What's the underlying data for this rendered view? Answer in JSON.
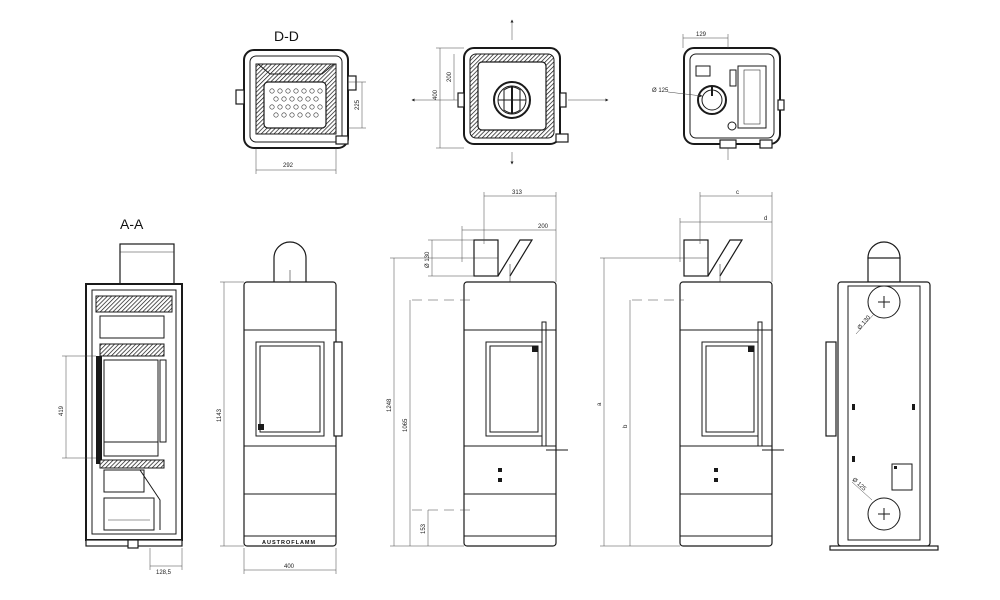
{
  "section_labels": {
    "dd": "D-D",
    "aa": "A-A"
  },
  "brand": "AUSTROFLAMM",
  "dimensions": {
    "dd_width": "292",
    "dd_depth": "225",
    "top_400": "400",
    "top_200": "200",
    "rear_129": "129",
    "rear_dia125": "Ø 125",
    "aa_height": "419",
    "aa_offset": "128,5",
    "front_height": "1143",
    "front_width": "400",
    "side_313": "313",
    "side_200": "200",
    "side_dia130": "Ø 130",
    "side_1248": "1248",
    "side_1065": "1065",
    "side_153": "153",
    "c": "c",
    "d": "d",
    "a": "a",
    "b": "b",
    "back_dia130": "Ø 130",
    "back_dia125": "Ø 125"
  }
}
